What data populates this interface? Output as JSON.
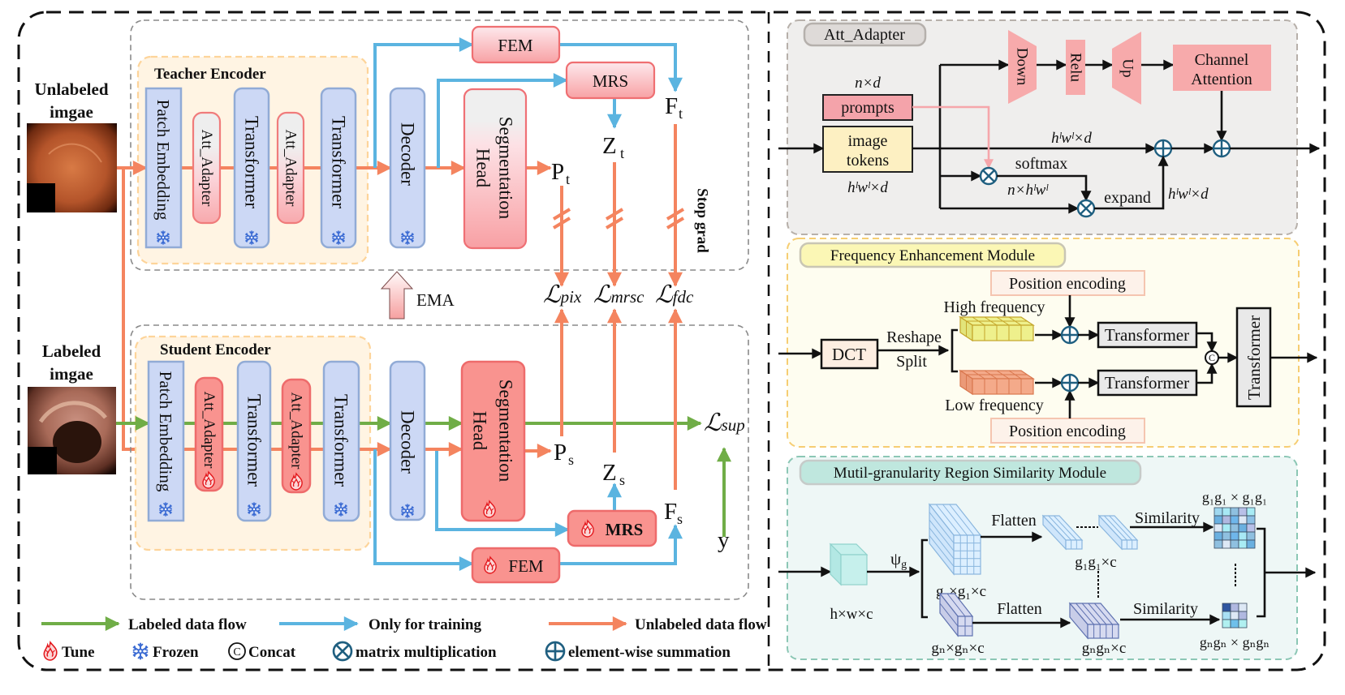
{
  "inputs": {
    "unlabeled": [
      "Unlabeled",
      "imgae"
    ],
    "labeled": [
      "Labeled",
      "imgae"
    ]
  },
  "teacher": {
    "title": "Teacher Encoder",
    "patch_embedding": "Patch Embedding",
    "adapter_1": "Att_Adapter",
    "transformer_1": "Transformer",
    "adapter_2": "Att_Adapter",
    "transformer_2": "Transformer",
    "decoder": "Decoder",
    "seg_head": [
      "Segmentation",
      "Head"
    ],
    "fem": "FEM",
    "mrs": "MRS",
    "outputs": {
      "p": {
        "base": "P",
        "sub": "t"
      },
      "z": {
        "base": "Z",
        "sub": "t"
      },
      "f": {
        "base": "F",
        "sub": "t"
      }
    },
    "stop_grad": "Stop grad"
  },
  "student": {
    "title": "Student Encoder",
    "patch_embedding": "Patch Embedding",
    "adapter_1": "Att_Adapter",
    "transformer_1": "Transformer",
    "adapter_2": "Att_Adapter",
    "transformer_2": "Transformer",
    "decoder": "Decoder",
    "seg_head": [
      "Segmentation",
      "Head"
    ],
    "fem": "FEM",
    "mrs": "MRS",
    "outputs": {
      "p": {
        "base": "P",
        "sub": "s"
      },
      "z": {
        "base": "Z",
        "sub": "s"
      },
      "f": {
        "base": "F",
        "sub": "s"
      }
    }
  },
  "ema": "EMA",
  "losses": {
    "pix": {
      "symbol": "ℒ",
      "sub": "pix"
    },
    "mrsc": {
      "symbol": "ℒ",
      "sub": "mrsc"
    },
    "fdc": {
      "symbol": "ℒ",
      "sub": "fdc"
    },
    "sup": {
      "symbol": "ℒ",
      "sub": "sup"
    }
  },
  "ground_truth": "y",
  "legend": {
    "flows": [
      {
        "label": "Labeled data flow",
        "color": "#70ad47"
      },
      {
        "label": "Only for training",
        "color": "#5bb4e0"
      },
      {
        "label": "Unlabeled data flow",
        "color": "#f4845f"
      }
    ],
    "symbols": [
      {
        "icon": "tune-icon",
        "label": "Tune"
      },
      {
        "icon": "frozen-snowflake-icon",
        "label": "Frozen"
      },
      {
        "icon": "concat-icon",
        "glyph": "C",
        "label": "Concat"
      },
      {
        "icon": "matrix-multiplication-icon",
        "label": "matrix multiplication"
      },
      {
        "icon": "element-wise-summation-icon",
        "label": "element-wise summation"
      }
    ]
  },
  "att_adapter": {
    "title": "Att_Adapter",
    "prompts_dim": "n×d",
    "prompts": "prompts",
    "image_tokens": [
      "image",
      "tokens"
    ],
    "tokens_dim": "hˡwˡ×d",
    "down": "Down",
    "relu": "Relu",
    "up": "Up",
    "channel_attention": [
      "Channel",
      "Attention"
    ],
    "main_dim": "hˡwˡ×d",
    "softmax": "softmax",
    "attn_dim": "n×hˡwˡ",
    "expand": "expand",
    "expand_dim": "hˡwˡ×d"
  },
  "fem_module": {
    "title": "Frequency Enhancement Module",
    "dct": "DCT",
    "reshape": "Reshape",
    "split": "Split",
    "high": "High frequency",
    "low": "Low frequency",
    "position_encoding_top": "Position encoding",
    "position_encoding_bottom": "Position encoding",
    "transformer_high": "Transformer",
    "transformer_low": "Transformer",
    "transformer_fuse": "Transformer",
    "concat": "C"
  },
  "mrs_module": {
    "title": "Mutil-granularity Region Similarity Module",
    "input_dim": "h×w×c",
    "psi": {
      "base": "ψ",
      "sub": "g"
    },
    "coarse": {
      "grid": "g₁×g₁×c",
      "flatten": "Flatten",
      "tokens": "g₁g₁×c",
      "similarity": "Similarity",
      "matrix": "g₁g₁ × g₁g₁"
    },
    "fine": {
      "grid": "gₙ×gₙ×c",
      "flatten": "Flatten",
      "tokens": "gₙgₙ×c",
      "similarity": "Similarity",
      "matrix": "gₙgₙ × gₙgₙ"
    }
  }
}
